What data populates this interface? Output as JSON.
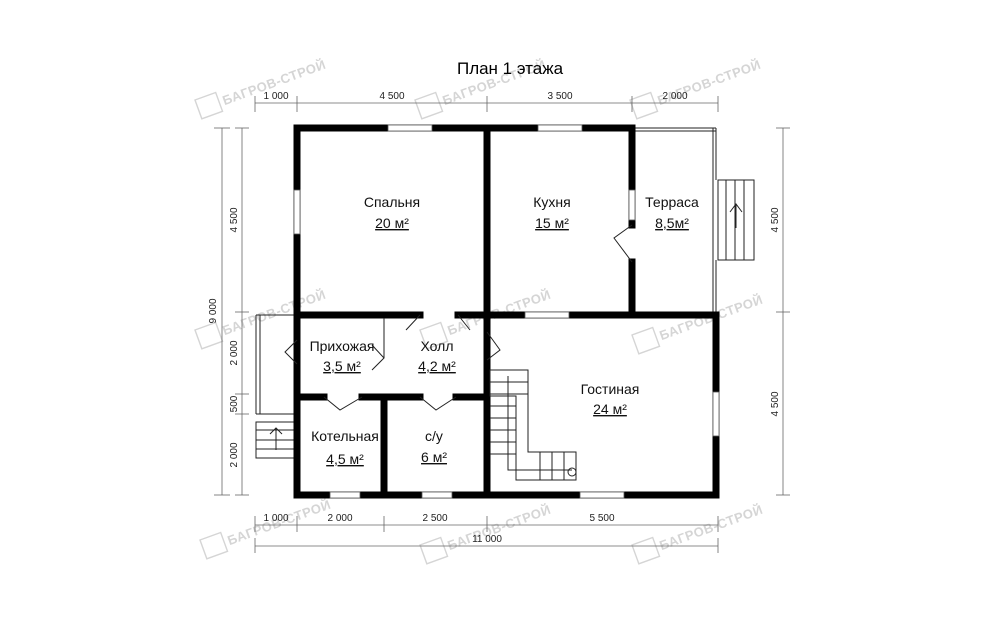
{
  "title": "План 1 этажа",
  "watermark": "БАГРОВ-СТРОЙ",
  "rooms": {
    "bedroom": {
      "name": "Спальня",
      "area": "20 м²"
    },
    "kitchen": {
      "name": "Кухня",
      "area": "15 м²"
    },
    "terrace": {
      "name": "Терраса",
      "area": "8,5м²"
    },
    "entry": {
      "name": "Прихожая",
      "area": "3,5 м²"
    },
    "hall": {
      "name": "Холл",
      "area": "4,2 м²"
    },
    "living": {
      "name": "Гостиная",
      "area": "24 м²"
    },
    "boiler": {
      "name": "Котельная",
      "area": "4,5 м²"
    },
    "bath": {
      "name": "с/у",
      "area": "6 м²"
    }
  },
  "dimensions": {
    "top": [
      "1 000",
      "4 500",
      "3 500",
      "2 000"
    ],
    "bottom": [
      "1 000",
      "2 000",
      "2 500",
      "5 500"
    ],
    "total_width": "11 000",
    "left_total": "9 000",
    "left": [
      "4 500",
      "2 000",
      "500",
      "2 000"
    ],
    "right": [
      "4 500",
      "4 500"
    ]
  }
}
